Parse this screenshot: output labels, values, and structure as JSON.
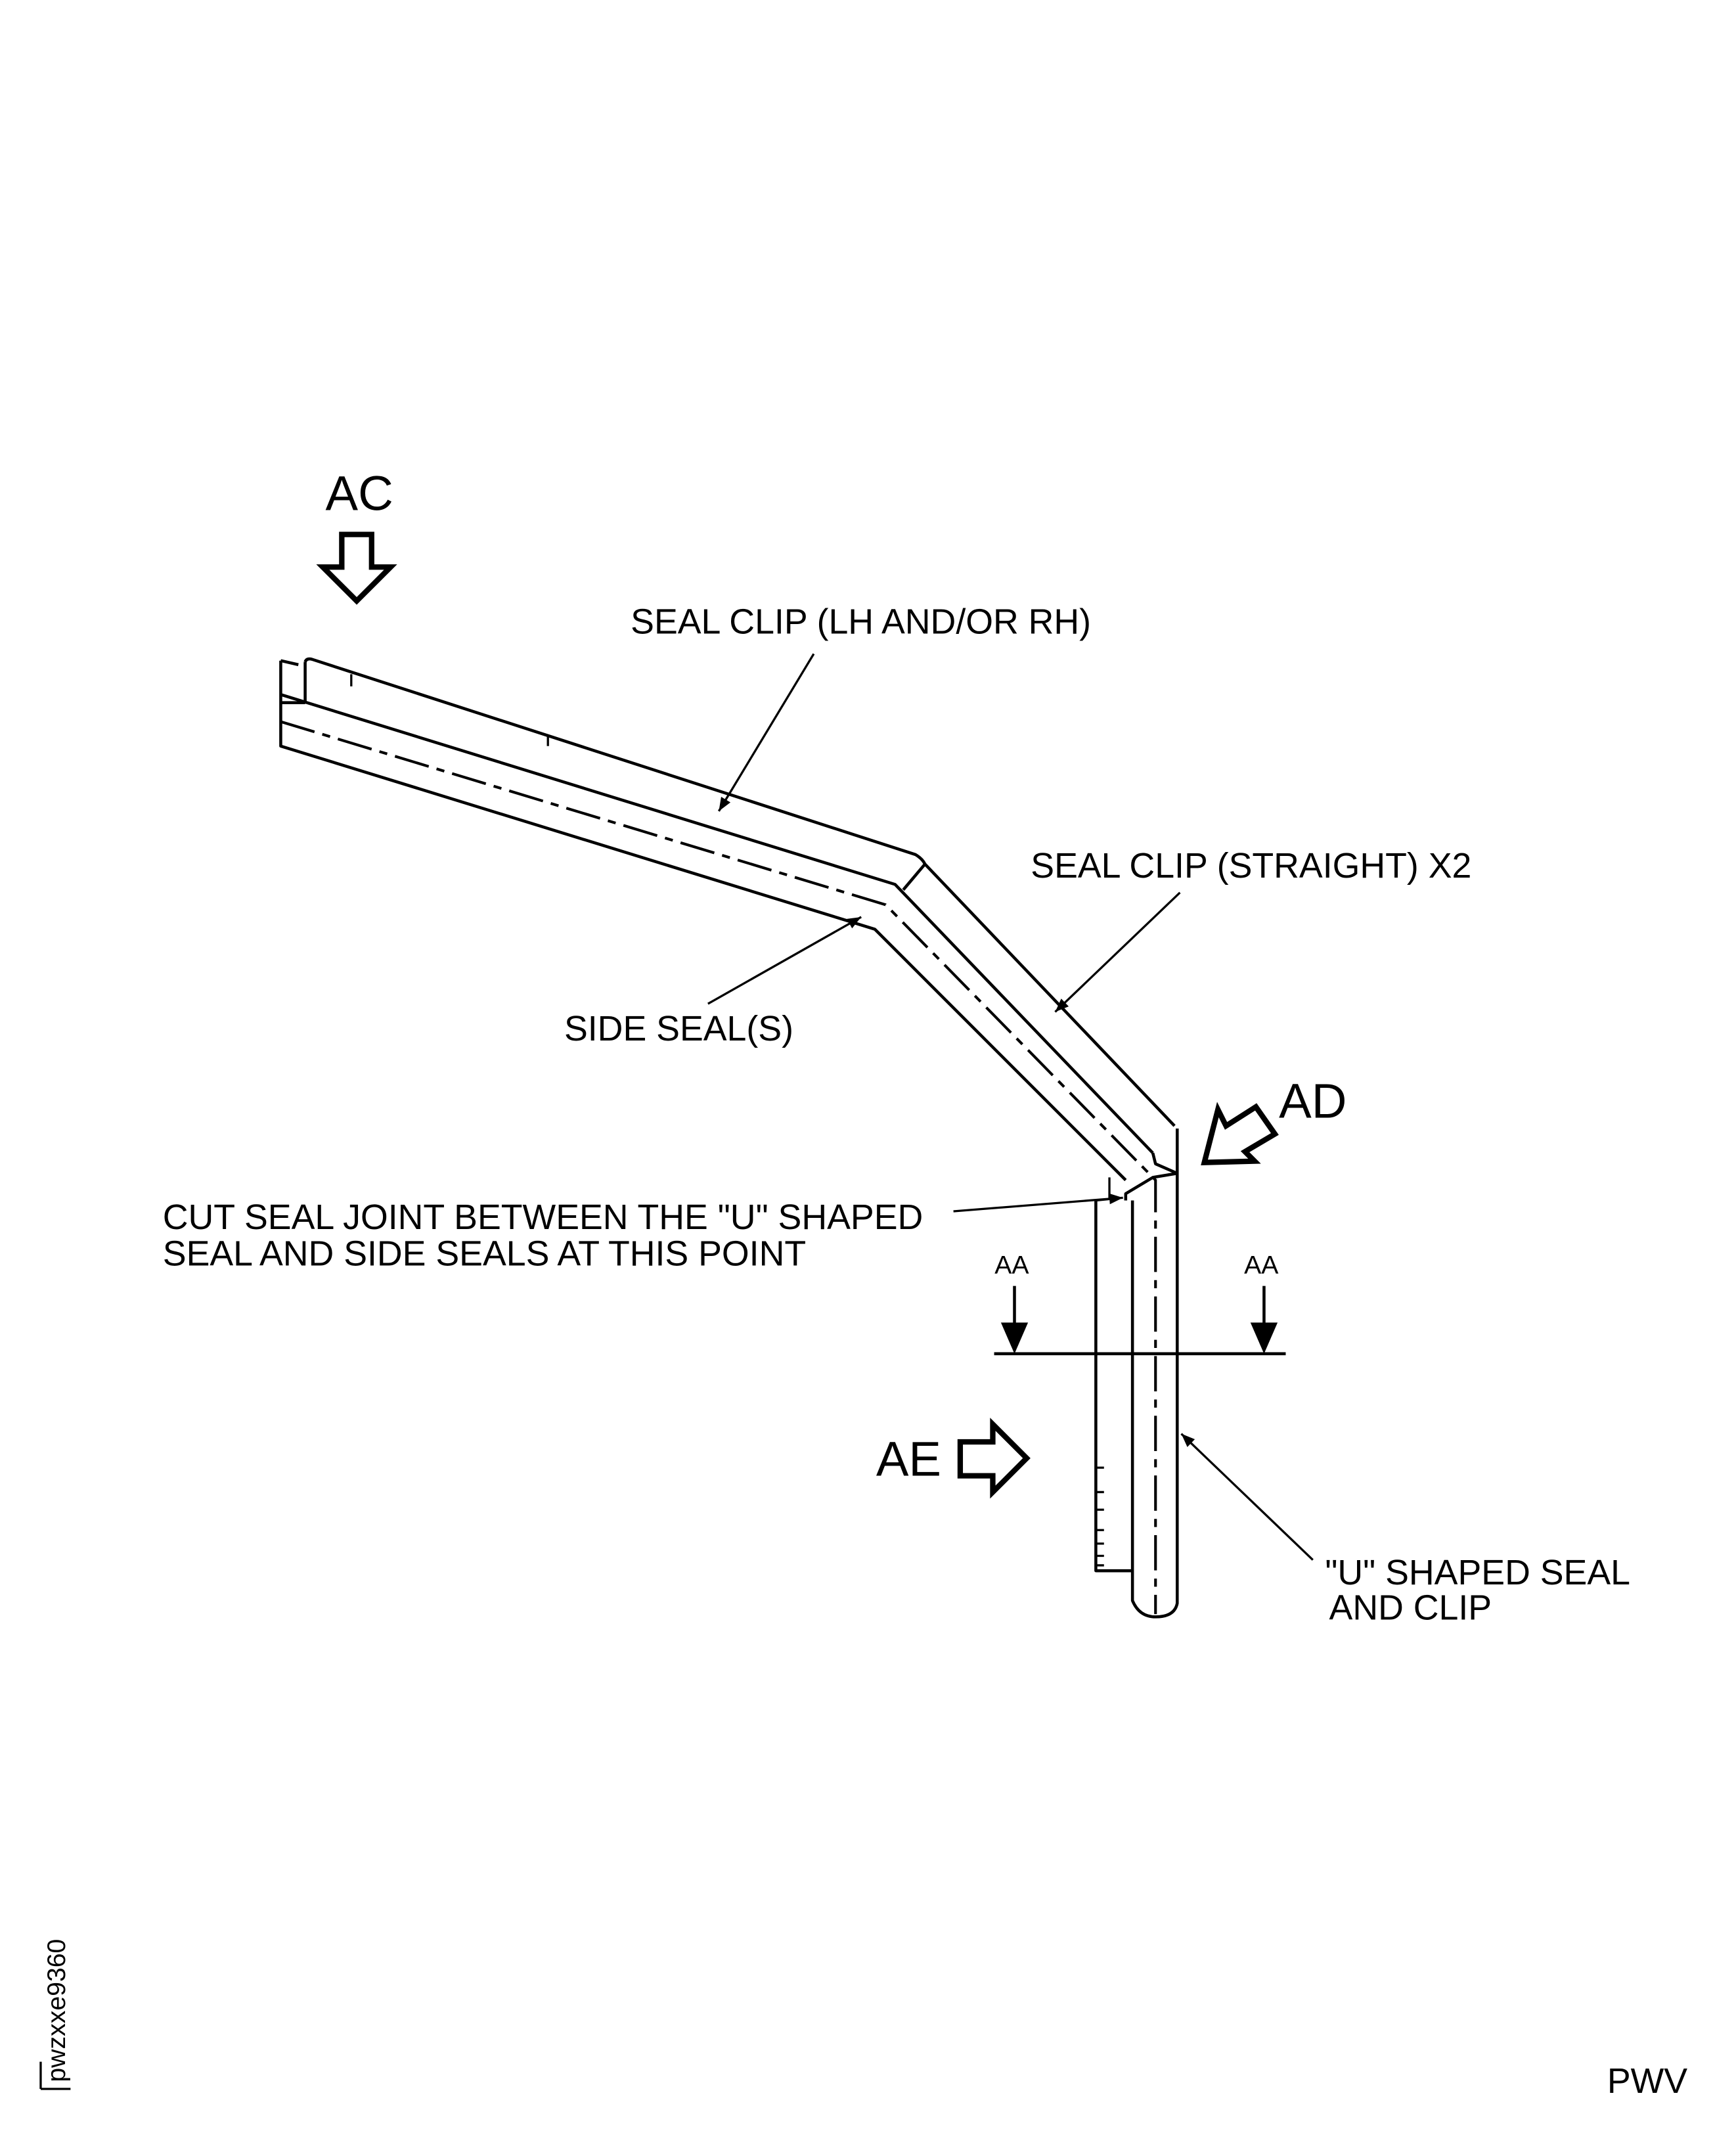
{
  "view_labels": {
    "ac": "AC",
    "ad": "AD",
    "ae": "AE",
    "section_left": "AA",
    "section_right": "AA"
  },
  "callouts": {
    "seal_clip_lh_rh": "SEAL CLIP (LH AND/OR RH)",
    "seal_clip_straight": "SEAL CLIP (STRAIGHT) X2",
    "side_seals": "SIDE SEAL(S)",
    "cut_seal_line1": "CUT SEAL JOINT BETWEEN THE \"U\" SHAPED",
    "cut_seal_line2": "SEAL AND SIDE SEALS AT THIS POINT",
    "u_shaped_line1": "\"U\" SHAPED SEAL",
    "u_shaped_line2": "AND CLIP"
  },
  "figure_id": "pwzxxe9360",
  "corner_code": "PWV"
}
